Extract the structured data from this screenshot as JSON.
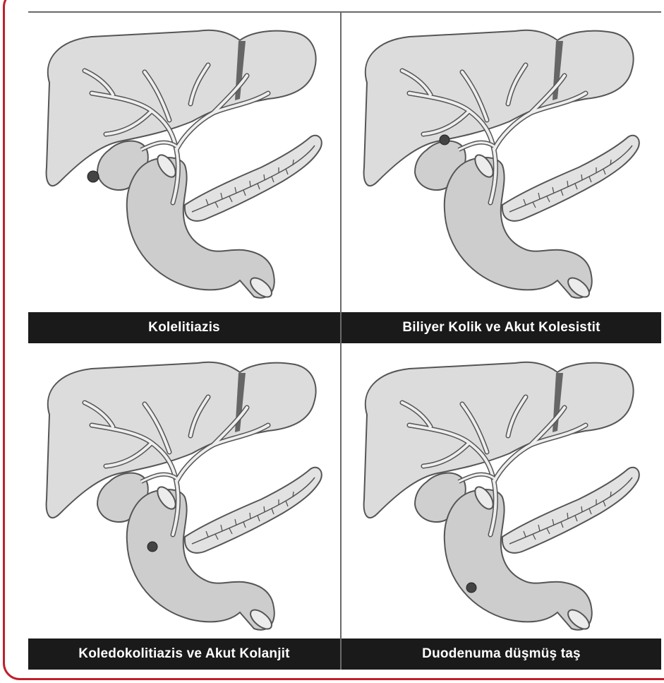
{
  "accent_color": "#c0202a",
  "panels": [
    {
      "caption": "Kolelitiazis",
      "stone": "gallbladder"
    },
    {
      "caption": "Biliyer Kolik ve Akut Kolesistit",
      "stone": "cystic-duct"
    },
    {
      "caption": "Koledokolitiazis ve Akut Kolanjit",
      "stone": "common-bile-duct"
    },
    {
      "caption": "Duodenuma düşmüş taş",
      "stone": "duodenum"
    }
  ]
}
